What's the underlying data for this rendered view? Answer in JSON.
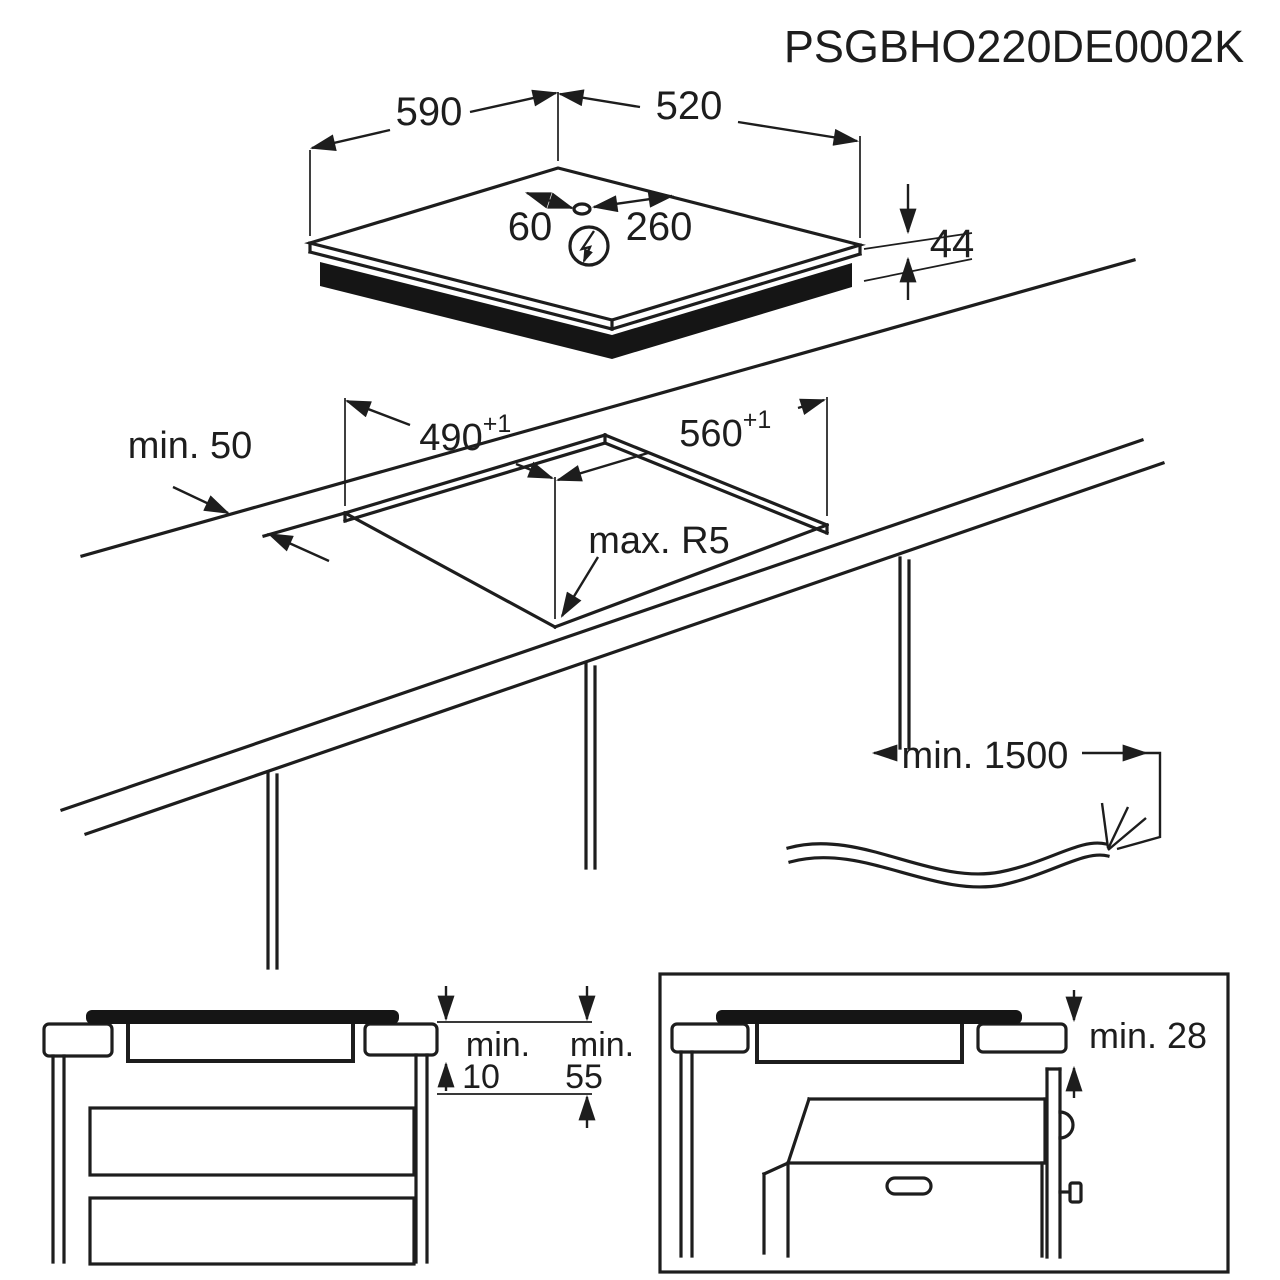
{
  "title": "PSGBHO220DE0002K",
  "colors": {
    "line": "#1d1d1d",
    "background": "#ffffff"
  },
  "hob_view": {
    "width": "590",
    "depth": "520",
    "cable_offset_left": "60",
    "cable_offset_right": "260",
    "height": "44",
    "power_symbol": "lightning-in-circle",
    "cable_entry_symbol": "oval-grommet"
  },
  "cutout_view": {
    "depth": "490",
    "depth_tolerance": "+1",
    "width": "560",
    "width_tolerance": "+1",
    "back_clearance": "min. 50",
    "corner_radius": "max. R5"
  },
  "cable_view": {
    "length": "min. 1500"
  },
  "drawer_view": {
    "label_a": "min.",
    "value_a": "10",
    "label_b": "min.",
    "value_b": "55"
  },
  "oven_view": {
    "clearance": "min. 28"
  }
}
